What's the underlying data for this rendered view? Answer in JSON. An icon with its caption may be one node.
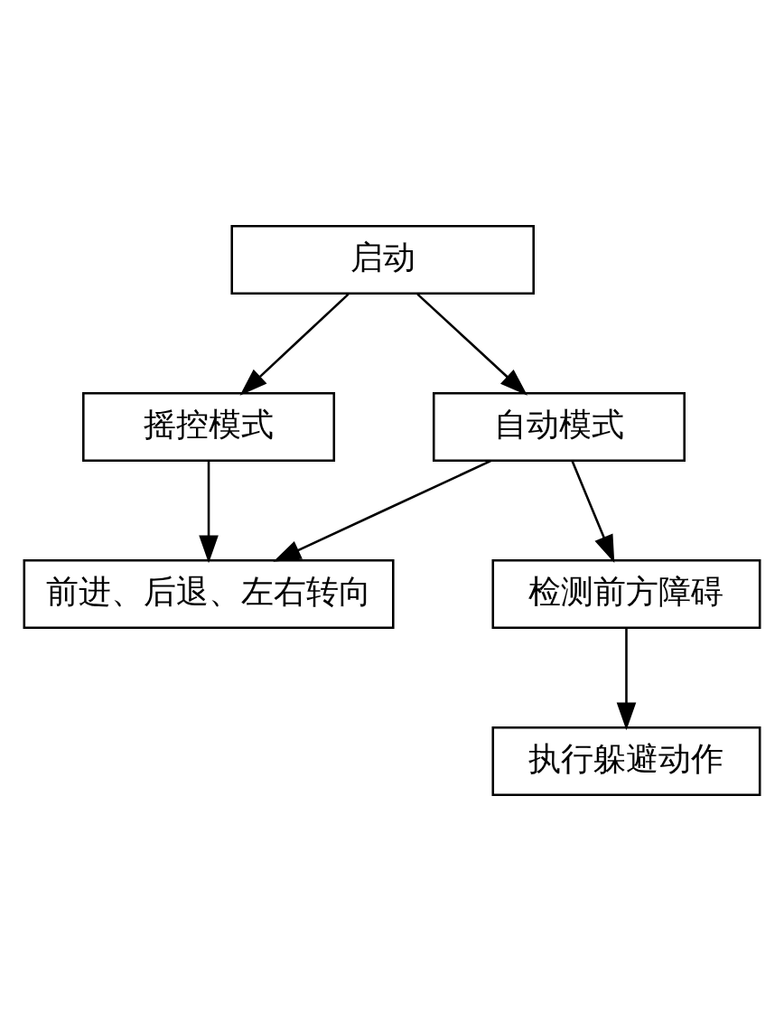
{
  "diagram": {
    "nodes": [
      {
        "text": [
          "启动"
        ]
      },
      {
        "text": [
          "摇控模式"
        ]
      },
      {
        "text": [
          "自动模式"
        ]
      },
      {
        "text": [
          "前进、后退、左右转向"
        ]
      },
      {
        "text": [
          "检测前方障碍"
        ]
      },
      {
        "text": [
          "执行躲避动作"
        ]
      }
    ],
    "edges": [
      {
        "from": 0,
        "to": 1,
        "arrow": "to"
      },
      {
        "from": 0,
        "to": 2,
        "arrow": "to"
      },
      {
        "from": 1,
        "to": 3,
        "arrow": "to"
      },
      {
        "from": 2,
        "to": 3,
        "arrow": "to"
      },
      {
        "from": 2,
        "to": 4,
        "arrow": "to"
      },
      {
        "from": 4,
        "to": 5,
        "arrow": "to"
      }
    ]
  }
}
